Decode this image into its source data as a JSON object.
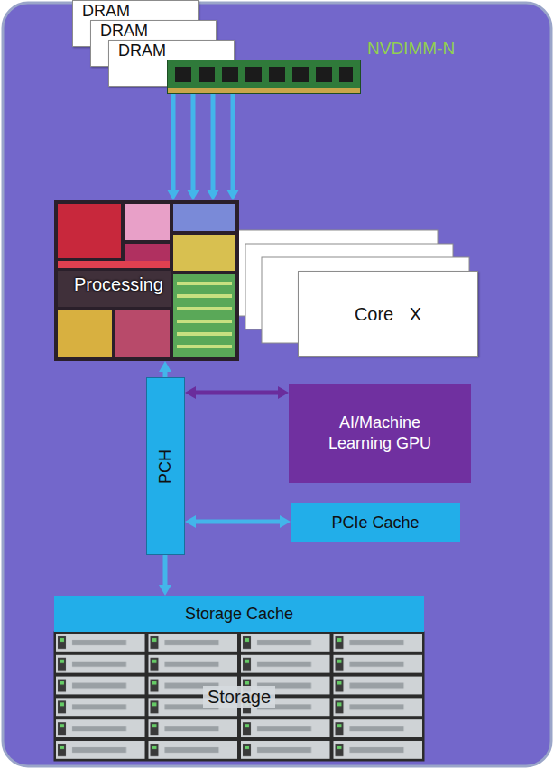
{
  "diagram": {
    "nodes": [
      {
        "text": [
          "DRAM"
        ]
      },
      {
        "text": [
          "DRAM"
        ]
      },
      {
        "text": [
          "DRAM"
        ]
      },
      {
        "text": [
          "NVDIMM-N"
        ]
      },
      {
        "text": [
          "Processing"
        ]
      },
      {
        "text": [
          "Core X"
        ]
      },
      {
        "text": [
          "PCH"
        ]
      },
      {
        "text": [
          "AI/Machine Learning GPU"
        ]
      },
      {
        "text": [
          "PCIe Cache"
        ]
      },
      {
        "text": [
          "Storage Cache"
        ]
      },
      {
        "text": [
          "Storage"
        ]
      }
    ],
    "edges": [
      {
        "from": 0,
        "to": 4,
        "arrow": "to"
      },
      {
        "from": 1,
        "to": 4,
        "arrow": "to"
      },
      {
        "from": 2,
        "to": 4,
        "arrow": "to"
      },
      {
        "from": 3,
        "to": 4,
        "arrow": "to"
      },
      {
        "from": 6,
        "to": 4,
        "arrow": "to"
      },
      {
        "from": 6,
        "to": 7,
        "arrow": "both"
      },
      {
        "from": 6,
        "to": 8,
        "arrow": "both"
      },
      {
        "from": 6,
        "to": 9,
        "arrow": "to"
      }
    ]
  }
}
